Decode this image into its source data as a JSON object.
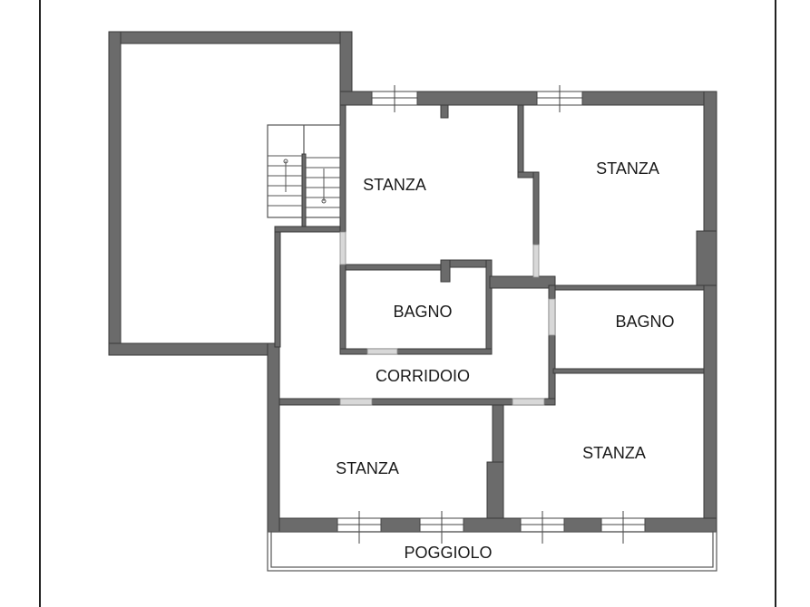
{
  "plan": {
    "rooms": [
      {
        "id": "stanza-1",
        "label": "STANZA"
      },
      {
        "id": "stanza-2",
        "label": "STANZA"
      },
      {
        "id": "bagno-1",
        "label": "BAGNO"
      },
      {
        "id": "bagno-2",
        "label": "BAGNO"
      },
      {
        "id": "corridoio",
        "label": "CORRIDOIO"
      },
      {
        "id": "stanza-3",
        "label": "STANZA"
      },
      {
        "id": "stanza-4",
        "label": "STANZA"
      },
      {
        "id": "poggiolo",
        "label": "POGGIOLO"
      }
    ],
    "colors": {
      "wall": "#6b6b6b",
      "line": "#3a3a3a",
      "background": "#ffffff"
    }
  }
}
